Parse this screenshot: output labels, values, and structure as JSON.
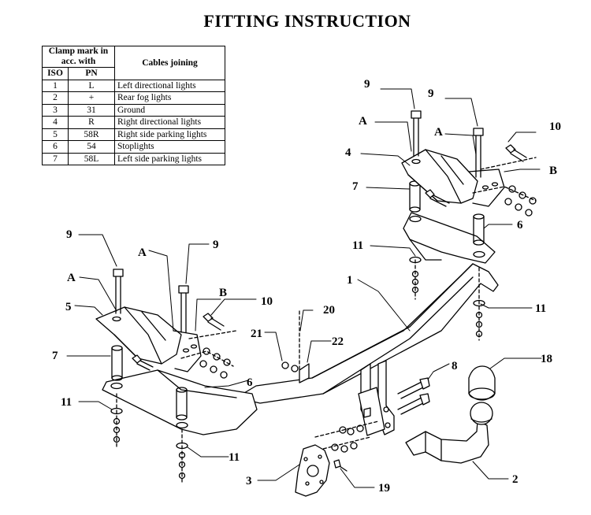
{
  "title": "FITTING INSTRUCTION",
  "legend": {
    "header_clamp": "Clamp mark in acc. with",
    "header_cables": "Cables joining",
    "header_iso": "ISO",
    "header_pn": "PN",
    "rows": [
      {
        "iso": "1",
        "pn": "L",
        "desc": "Left directional lights"
      },
      {
        "iso": "2",
        "pn": "+",
        "desc": "Rear fog lights"
      },
      {
        "iso": "3",
        "pn": "31",
        "desc": "Ground"
      },
      {
        "iso": "4",
        "pn": "R",
        "desc": "Right directional lights"
      },
      {
        "iso": "5",
        "pn": "58R",
        "desc": "Right side parking lights"
      },
      {
        "iso": "6",
        "pn": "54",
        "desc": "Stoplights"
      },
      {
        "iso": "7",
        "pn": "58L",
        "desc": "Left side parking lights"
      }
    ]
  },
  "callouts": {
    "l9a": "9",
    "l9b": "9",
    "l10a": "10",
    "lAa": "A",
    "lAb": "A",
    "l4": "4",
    "lBa": "B",
    "l7a": "7",
    "l6a": "6",
    "l11a": "11",
    "l1": "1",
    "l11b": "11",
    "l9c": "9",
    "l9d": "9",
    "lAc": "A",
    "lAd": "A",
    "l5": "5",
    "lBb": "B",
    "l10b": "10",
    "l20": "20",
    "l21": "21",
    "l22": "22",
    "l7b": "7",
    "l6b": "6",
    "l8": "8",
    "l18": "18",
    "l11c": "11",
    "l11d": "11",
    "l3": "3",
    "l19": "19",
    "l2": "2"
  }
}
